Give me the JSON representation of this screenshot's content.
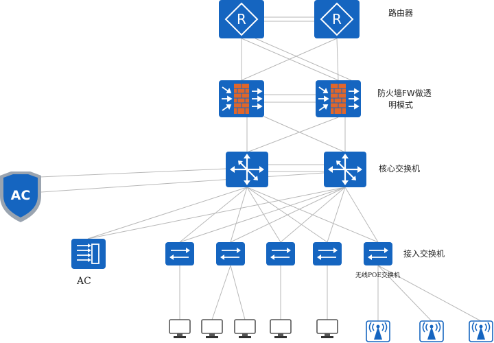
{
  "labels": {
    "router": "路由器",
    "firewall_line1": "防火墙FW做透",
    "firewall_line2": "明模式",
    "core_switch": "核心交换机",
    "access_switch": "接入交换机",
    "poe_switch": "无线POE交换机",
    "ac_left": "AC",
    "ac_shield": "AC"
  },
  "colors": {
    "device_blue": "#1565C0",
    "line_gray": "#b7b7b7",
    "brick": "#E0662B",
    "shield_border": "#9aa4b0"
  },
  "icons": {
    "router": "router-icon",
    "firewall": "firewall-icon",
    "core_switch": "core-switch-icon",
    "access_switch": "access-switch-icon",
    "ac_controller": "ac-controller-icon",
    "ac_shield": "ac-shield-icon",
    "computer": "computer-icon",
    "access_point": "wireless-ap-icon"
  }
}
